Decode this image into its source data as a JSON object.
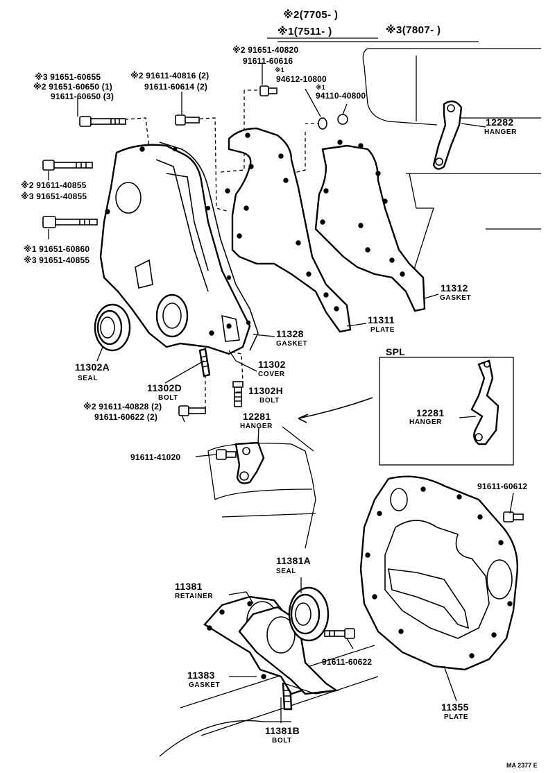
{
  "header": {
    "line1": "※2(7705-      )",
    "line2a": "※1(7511-      )",
    "line2b": "※3(7807-      )"
  },
  "labels": {
    "b_3_91651_60655": "※3 91651-60655",
    "b_2_91651_60650": "※2 91651-60650 (1)",
    "b_91611_60650": "91611-60650 (3)",
    "b_2_91611_40816": "※2 91611-40816 (2)",
    "b_91611_60614": "91611-60614 (2)",
    "b_2_91651_40820": "※2 91651-40820",
    "b_91611_60616": "91611-60616",
    "b_1a": "※1",
    "b_94612_10800": "94612-10800",
    "b_1b": "※1",
    "b_94110_40800": "94110-40800",
    "b_2_91611_40855": "※2 91611-40855",
    "b_3_91651_40855a": "※3 91651-40855",
    "b_1_91651_60860": "※1 91651-60860",
    "b_3_91651_40855b": "※3 91651-40855",
    "b_2_91611_40828": "※2 91611-40828 (2)",
    "b_91611_60622a": "91611-60622 (2)",
    "b_91611_41020": "91611-41020",
    "b_91611_60612": "91611-60612",
    "b_91611_60622b": "91611-60622"
  },
  "parts": {
    "p12282": "12282",
    "p12282_name": "HANGER",
    "p11312": "11312",
    "p11312_name": "GASKET",
    "p11311": "11311",
    "p11311_name": "PLATE",
    "p11328": "11328",
    "p11328_name": "GASKET",
    "p11302": "11302",
    "p11302_name": "COVER",
    "p11302A": "11302A",
    "p11302A_name": "SEAL",
    "p11302D": "11302D",
    "p11302D_name": "BOLT",
    "p11302H": "11302H",
    "p11302H_name": "BOLT",
    "p12281": "12281",
    "p12281_name": "HANGER",
    "spl": "SPL",
    "spl_p12281": "12281",
    "spl_p12281_name": "HANGER",
    "p11381A": "11381A",
    "p11381A_name": "SEAL",
    "p11381": "11381",
    "p11381_name": "RETAINER",
    "p11383": "11383",
    "p11383_name": "GASKET",
    "p11381B": "11381B",
    "p11381B_name": "BOLT",
    "p11355": "11355",
    "p11355_name": "PLATE"
  },
  "footer": {
    "ref": "MA 2377 E"
  }
}
